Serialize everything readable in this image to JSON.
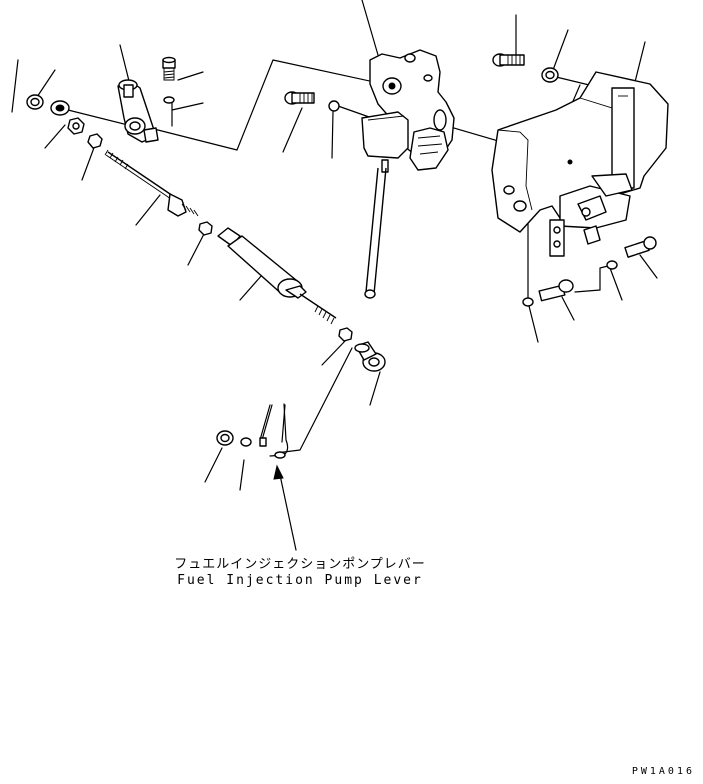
{
  "callout": {
    "label_jp": "フュエルインジェクションポンプレバー",
    "label_en": "Fuel Injection Pump Lever"
  },
  "figure_code": "PW1A016"
}
